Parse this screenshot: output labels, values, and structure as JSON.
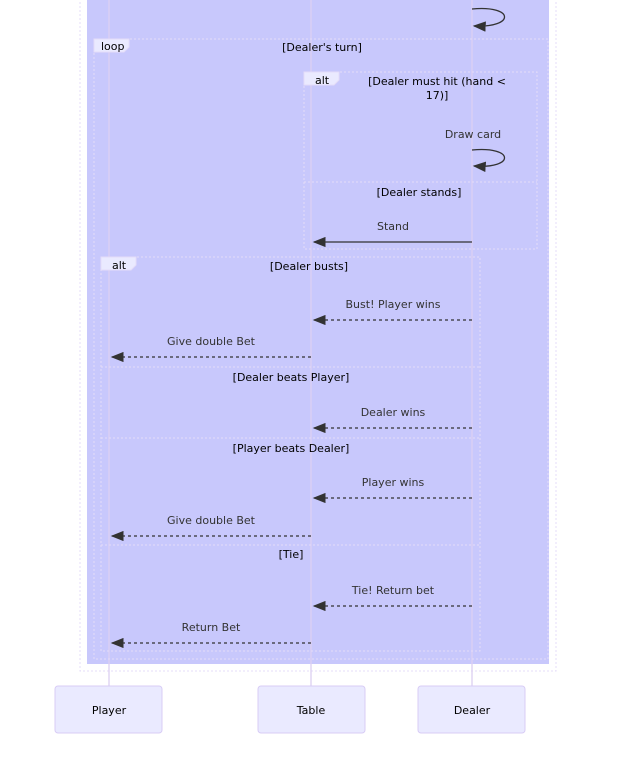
{
  "actors": [
    "Player",
    "Table",
    "Dealer"
  ],
  "frames": {
    "loop": {
      "keyword": "loop",
      "condition": "[Dealer's turn]"
    },
    "alt1": {
      "keyword": "alt",
      "condition_line1": "[Dealer must hit (hand <",
      "condition_line2": "17)]",
      "else": "[Dealer stands]"
    },
    "alt2": {
      "keyword": "alt",
      "condition": "[Dealer busts]",
      "else1": "[Dealer beats Player]",
      "else2": "[Player beats Dealer]",
      "else3": "[Tie]"
    }
  },
  "messages": {
    "draw_card": "Draw card",
    "stand": "Stand",
    "bust": "Bust! Player wins",
    "give_double_1": "Give double Bet",
    "dealer_wins": "Dealer wins",
    "player_wins": "Player wins",
    "give_double_2": "Give double Bet",
    "tie": "Tie! Return bet",
    "return_bet": "Return Bet"
  },
  "colors": {
    "highlight": "#c8c8fc",
    "actor_fill": "#eaeaff"
  }
}
